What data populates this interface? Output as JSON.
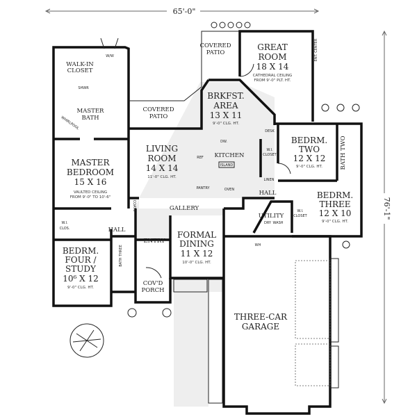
{
  "dimensions": {
    "width": "65'-0\"",
    "depth": "76'-1\""
  },
  "rooms": {
    "walk_in_closet": [
      "WALK-IN",
      "CLOSET"
    ],
    "master_bath": [
      "MASTER",
      "BATH"
    ],
    "master_bedroom": {
      "name": [
        "MASTER",
        "BEDROOM"
      ],
      "size": "15 X 16",
      "note": [
        "VAULTED CEILING",
        "FROM 9'-0\" TO 10'-6\""
      ]
    },
    "covered_patio_left": [
      "COVERED",
      "PATIO"
    ],
    "covered_patio_top": [
      "COVERED",
      "PATIO"
    ],
    "living_room": {
      "name": [
        "LIVING",
        "ROOM"
      ],
      "size": "14 X 14",
      "note": "11'-0\" CLG. HT."
    },
    "great_room": {
      "name": [
        "GREAT",
        "ROOM"
      ],
      "size": "18 X 14",
      "note": [
        "CATHEDRAL CEILING",
        "FROM 9'-0\" PLT. HT."
      ]
    },
    "brkfst_area": {
      "name": [
        "BRKFST.",
        "AREA"
      ],
      "size": "13 X 11",
      "note": "9'-0\" CLG. HT."
    },
    "kitchen": "KITCHEN",
    "bedroom_two": {
      "name": [
        "BEDRM.",
        "TWO"
      ],
      "size": "12 X 12",
      "note": "9'-0\" CLG. HT."
    },
    "bath_two": "BATH TWO",
    "wi_closet_two": [
      "W.I.",
      "CLOSET"
    ],
    "linen": "LINEN",
    "hall_right": "HALL",
    "bedroom_three": {
      "name": [
        "BEDRM.",
        "THREE"
      ],
      "size": "12 X 10",
      "note": "9'-0\" CLG. HT."
    },
    "wi_closet_three": [
      "W.I.",
      "CLOSET"
    ],
    "utility": "UTILITY",
    "gallery": "GALLERY",
    "coats": "COATS",
    "entry": "ENTRY",
    "formal_dining": {
      "name": [
        "FORMAL",
        "DINING"
      ],
      "size": "11 X 12",
      "note": "10'-0\" CLG. HT."
    },
    "covd_porch": [
      "COV'D",
      "PORCH"
    ],
    "hall_left": "HALL",
    "wi_clos_four": [
      "W.I.",
      "CLOS."
    ],
    "bath_three": "BATH THREE",
    "bedroom_four": {
      "name": [
        "BEDRM.",
        "FOUR /",
        "STUDY"
      ],
      "size": "10⁶ X 12",
      "note": "9'-0\" CLG. HT."
    },
    "garage": [
      "THREE-CAR",
      "GARAGE"
    ]
  },
  "fixtures": {
    "dw": "DW.",
    "island": "ISLAND",
    "pantry": "PANTRY",
    "oven": "OVEN",
    "ref": "REF",
    "desk": "DESK",
    "ent_center": "ENT. CENTER",
    "dry": "DRY",
    "wash": "WASH",
    "shower": "SHWR",
    "whirlpool": "WHIRLPOOL",
    "ww": "W/W",
    "wh": "WH"
  }
}
